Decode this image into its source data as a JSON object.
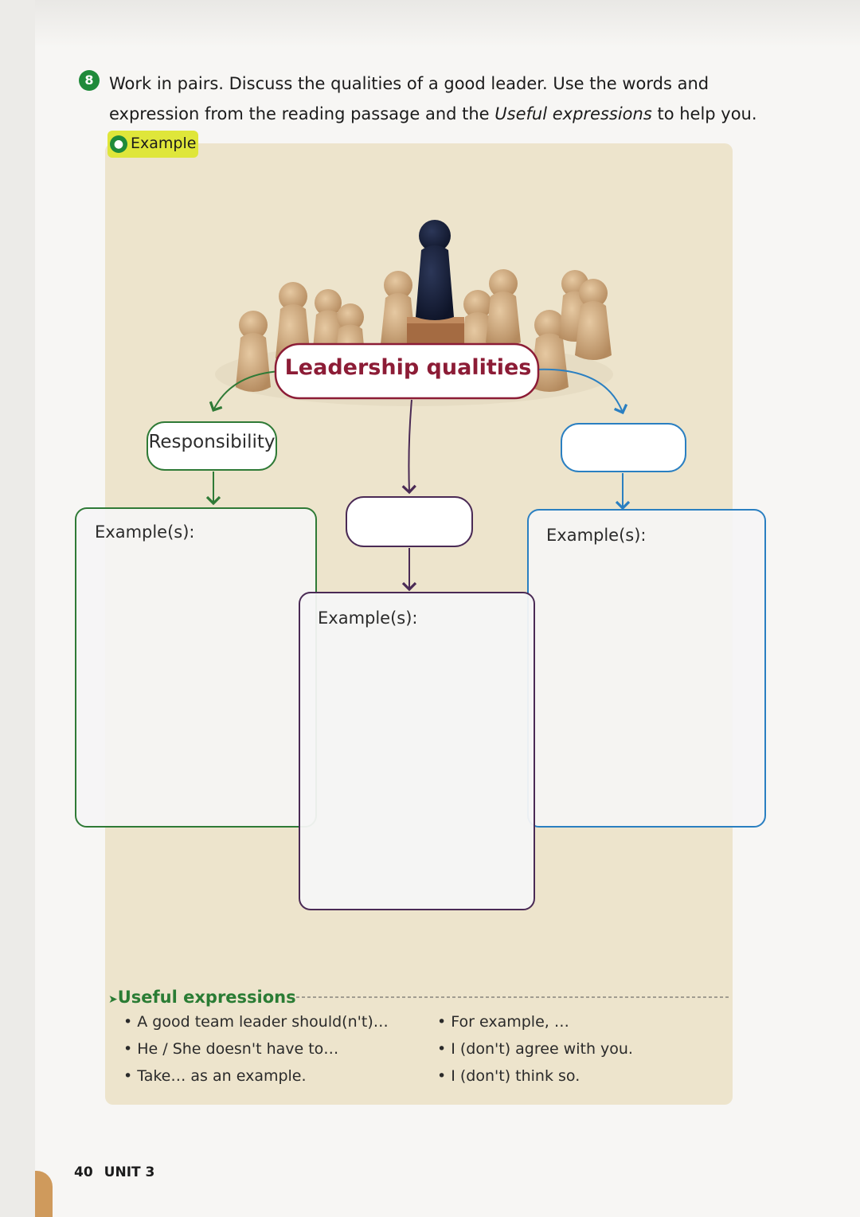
{
  "task": {
    "number": "8",
    "line1": "Work in pairs. Discuss the qualities of a good leader. Use the words and",
    "line2_pre": "expression from the reading passage and the ",
    "line2_em": "Useful expressions",
    "line2_post": " to help you."
  },
  "example_badge": {
    "label": "Example"
  },
  "mind_map": {
    "center": "Leadership qualities",
    "left_quality": "Responsibility",
    "middle_quality": "",
    "right_quality": "",
    "examples_label": "Example(s):"
  },
  "useful_expressions": {
    "title": "Useful expressions",
    "left": [
      "A good team leader should(n't)…",
      "He / She doesn't have to…",
      "Take… as an example."
    ],
    "right": [
      "For example, …",
      "I (don't) agree with you.",
      "I (don't) think so."
    ]
  },
  "footer": {
    "page_number": "40",
    "unit": "UNIT 3"
  },
  "colors": {
    "green": "#2f7a36",
    "maroon": "#8c1c36",
    "purple": "#4a2a55",
    "blue": "#2a7fc1"
  }
}
